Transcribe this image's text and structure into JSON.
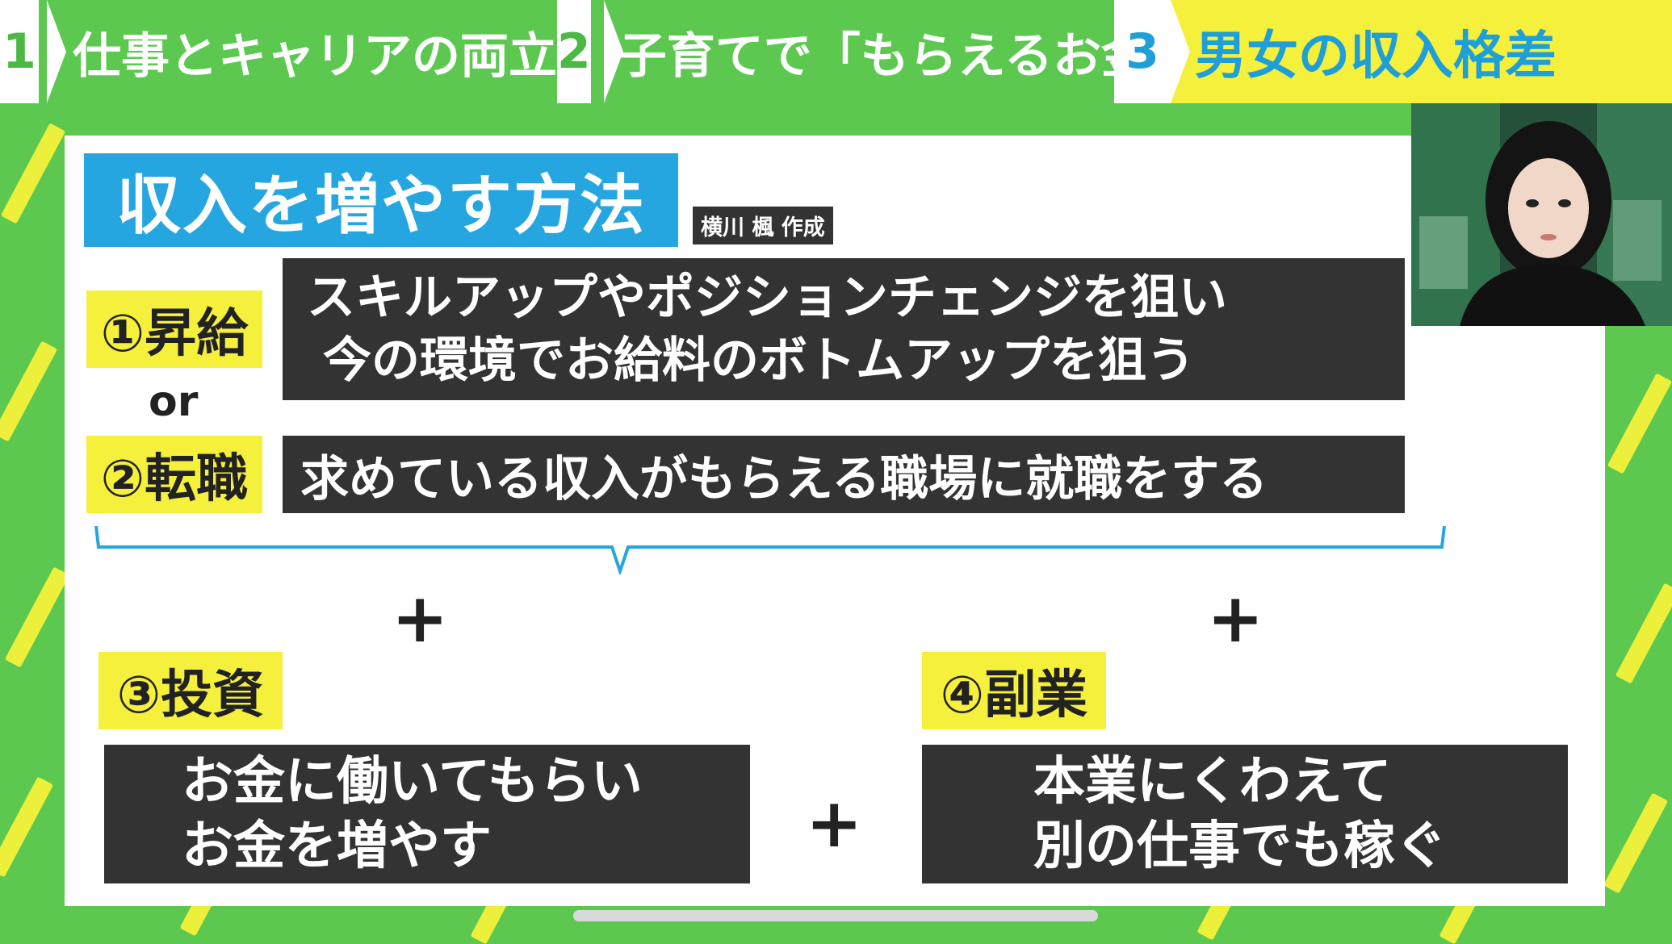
{
  "tabs": [
    {
      "num": "1",
      "label": "仕事とキャリアの両立"
    },
    {
      "num": "2",
      "label": "子育てで「もらえるお金」"
    },
    {
      "num": "3",
      "label": "男女の収入格差"
    }
  ],
  "panel": {
    "title": "収入を増やす方法",
    "credit": "横川 楓 作成",
    "option1": {
      "tag": "①昇給",
      "lines": [
        "スキルアップやポジションチェンジを狙い",
        "今の環境でお給料のボトムアップを狙う"
      ]
    },
    "or": "or",
    "option2": {
      "tag": "②転職",
      "lines": [
        "求めている収入がもらえる職場に就職をする"
      ]
    },
    "plus": "+",
    "option3": {
      "tag": "③投資",
      "lines": [
        "お金に働いてもらい",
        "お金を増やす"
      ]
    },
    "option4": {
      "tag": "④副業",
      "lines": [
        "本業にくわえて",
        "別の仕事でも稼ぐ"
      ]
    }
  },
  "colors": {
    "green": "#5cc850",
    "yellow": "#f5f03c",
    "blue": "#26a6e0",
    "dark": "#333333"
  }
}
